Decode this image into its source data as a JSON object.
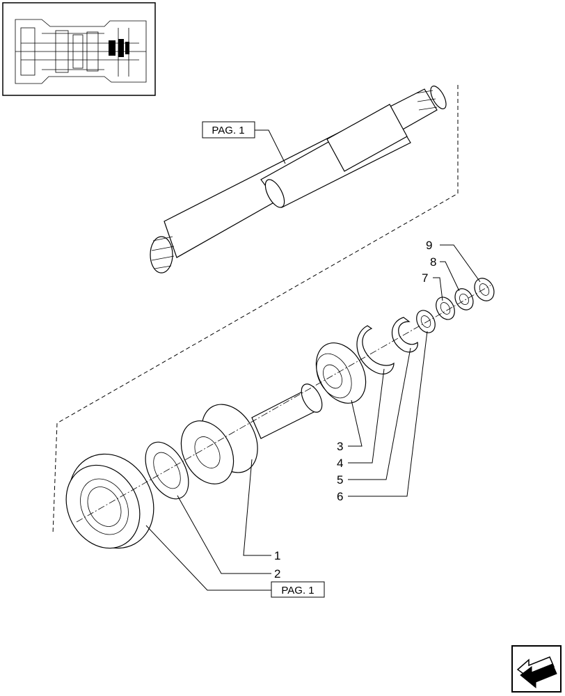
{
  "references": {
    "shaft_ref": "PAG. 1",
    "gear_ref": "PAG. 1"
  },
  "callouts": {
    "c1": "1",
    "c2": "2",
    "c3": "3",
    "c4": "4",
    "c5": "5",
    "c6": "6",
    "c7": "7",
    "c8": "8",
    "c9": "9"
  },
  "icons": {
    "thumbnail": "transmission-section-thumbnail",
    "nav": "next-page-arrow-icon"
  }
}
